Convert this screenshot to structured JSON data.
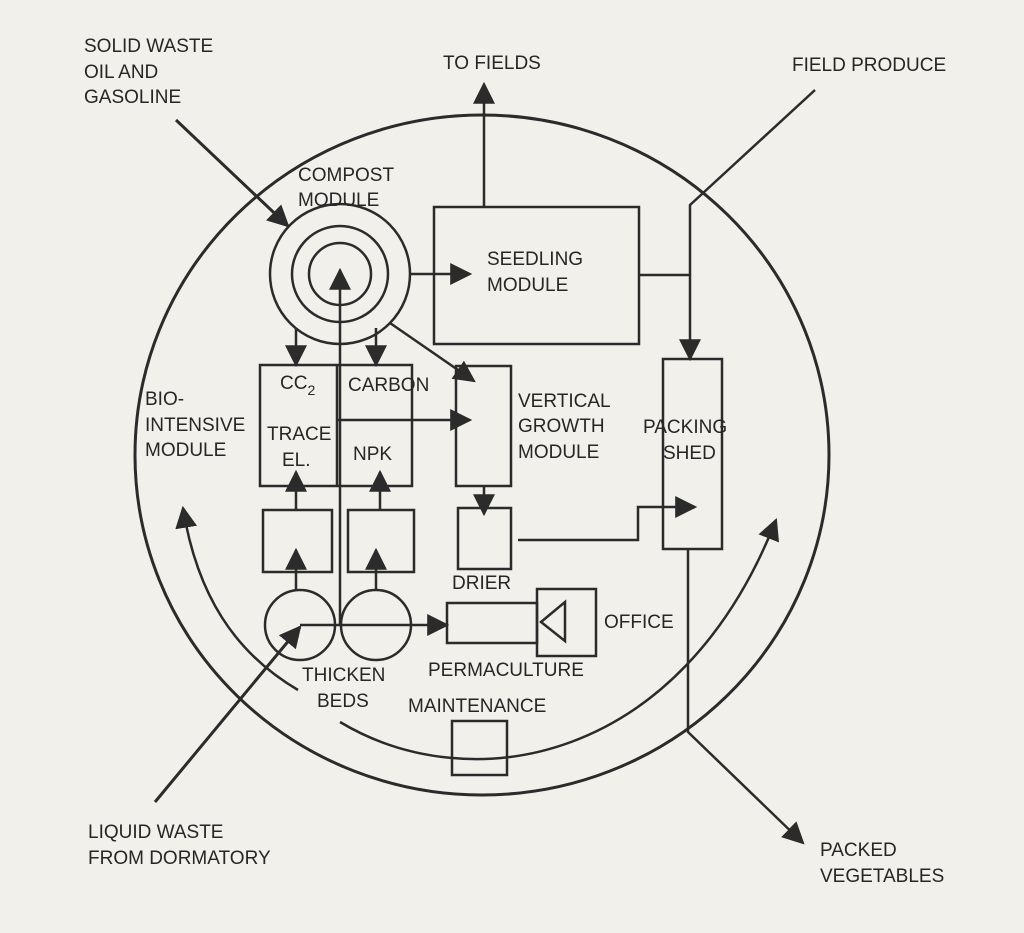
{
  "inputs": {
    "solid_waste": [
      "SOLID WASTE",
      "OIL AND",
      "GASOLINE"
    ],
    "field_produce": "FIELD PRODUCE",
    "liquid_waste": [
      "LIQUID WASTE",
      "FROM DORMATORY"
    ]
  },
  "outputs": {
    "to_fields": "TO FIELDS",
    "packed_vegetables": [
      "PACKED",
      "VEGETABLES"
    ]
  },
  "modules": {
    "compost": [
      "COMPOST",
      "MODULE"
    ],
    "seedling": [
      "SEEDLING",
      "MODULE"
    ],
    "bio_intensive": [
      "BIO-",
      "INTENSIVE",
      "MODULE"
    ],
    "co2": "CC",
    "co2_sub": "2",
    "carbon": "CARBON",
    "trace": [
      "TRACE",
      "EL."
    ],
    "npk": "NPK",
    "vertical": [
      "VERTICAL",
      "GROWTH",
      "MODULE"
    ],
    "packing": [
      "PACKING",
      "SHED"
    ],
    "drier": "DRIER",
    "office": "OFFICE",
    "permaculture": "PERMACULTURE",
    "thicken": [
      "THICKEN",
      "BEDS"
    ],
    "maintenance": "MAINTENANCE"
  },
  "colors": {
    "background": "#f1f0eb",
    "ink": "#2b2b2b"
  }
}
